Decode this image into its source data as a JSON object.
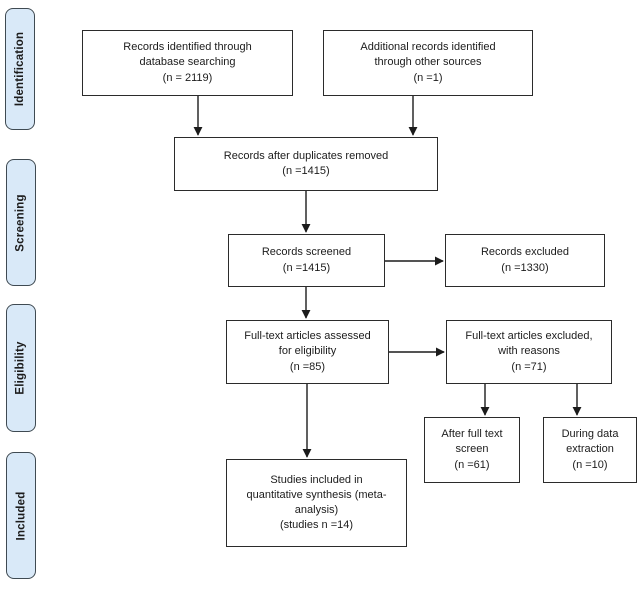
{
  "diagram": {
    "stages": [
      {
        "label": "Identification"
      },
      {
        "label": "Screening"
      },
      {
        "label": "Eligibility"
      },
      {
        "label": "Included"
      }
    ],
    "boxes": {
      "records_identified": {
        "lines": [
          "Records identified through",
          "database searching",
          "(n = 2119)"
        ]
      },
      "additional_records": {
        "lines": [
          "Additional records identified",
          "through other sources",
          "(n =1)"
        ]
      },
      "duplicates_removed": {
        "lines": [
          "Records after duplicates removed",
          "(n =1415)"
        ]
      },
      "records_screened": {
        "lines": [
          "Records screened",
          "(n =1415)"
        ]
      },
      "records_excluded": {
        "lines": [
          "Records excluded",
          "(n =1330)"
        ]
      },
      "fulltext_assessed": {
        "lines": [
          "Full-text articles assessed",
          "for eligibility",
          "(n =85)"
        ]
      },
      "fulltext_excluded": {
        "lines": [
          "Full-text articles excluded,",
          "with reasons",
          "(n =71)"
        ]
      },
      "after_fulltext_screen": {
        "lines": [
          "After full text",
          "screen",
          "(n =61)"
        ]
      },
      "during_data_extraction": {
        "lines": [
          "During data",
          "extraction",
          "(n =10)"
        ]
      },
      "studies_included": {
        "lines": [
          "Studies included in",
          "quantitative synthesis (meta-",
          "analysis)",
          "(studies n =14)"
        ]
      }
    },
    "colors": {
      "stage_fill": "#d9e9f8",
      "stage_border": "#3f4a52",
      "box_border": "#2b2b2b",
      "text": "#1c1c1c",
      "arrow": "#1c1c1c",
      "background": "#ffffff"
    }
  }
}
